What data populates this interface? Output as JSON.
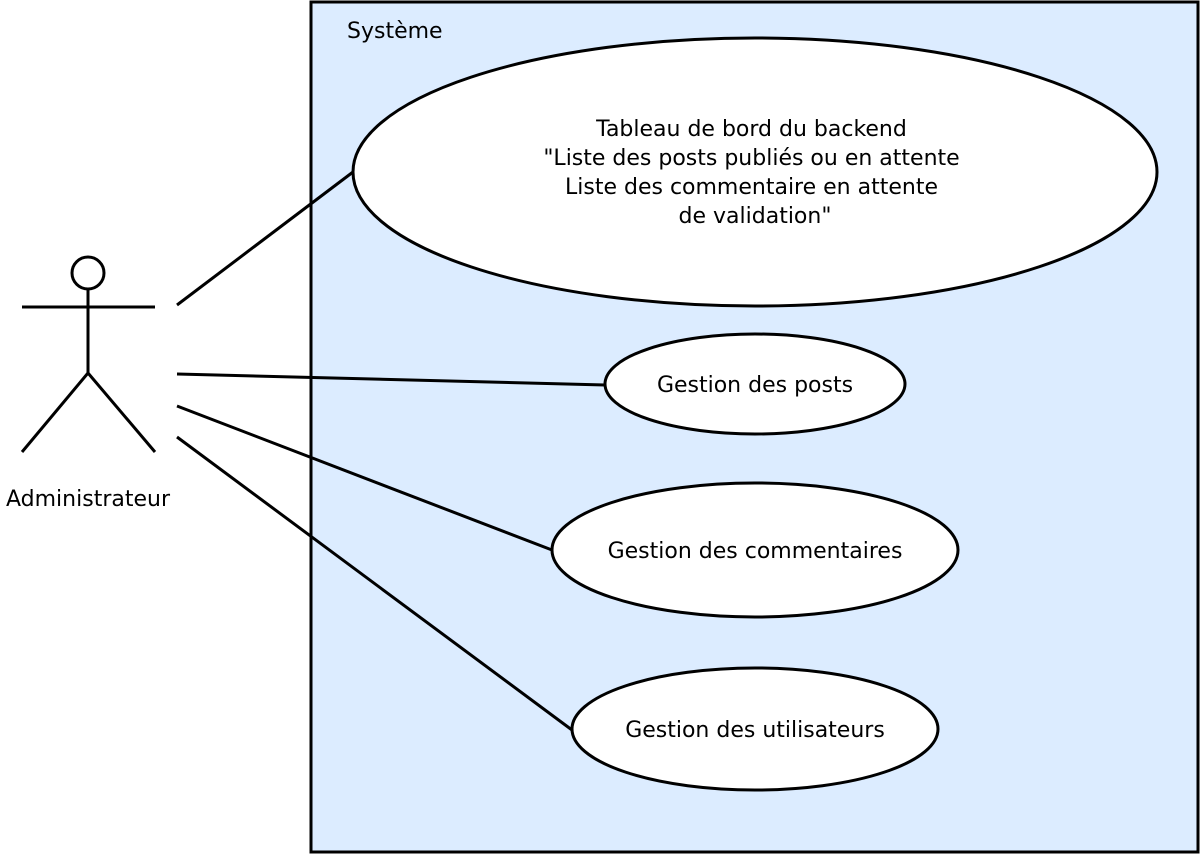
{
  "system": {
    "label": "Système",
    "fill_color": "#dcecff",
    "border_color": "#000000"
  },
  "actor": {
    "label": "Administrateur"
  },
  "use_cases": [
    {
      "id": "dashboard",
      "lines": [
        "Tableau de bord du backend",
        "\"Liste des posts publiés ou en attente",
        "Liste des commentaire en attente",
        "de validation\""
      ]
    },
    {
      "id": "posts",
      "lines": [
        "Gestion des posts"
      ]
    },
    {
      "id": "comments",
      "lines": [
        "Gestion des commentaires"
      ]
    },
    {
      "id": "users",
      "lines": [
        "Gestion des utilisateurs"
      ]
    }
  ]
}
